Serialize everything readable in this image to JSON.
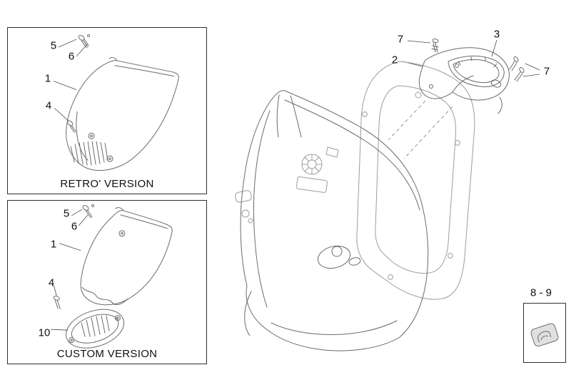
{
  "diagram": {
    "retro_panel": {
      "label": "RETRO' VERSION",
      "callouts": {
        "c5": "5",
        "c6": "6",
        "c1": "1",
        "c4": "4"
      }
    },
    "custom_panel": {
      "label": "CUSTOM VERSION",
      "callouts": {
        "c5": "5",
        "c6": "6",
        "c1": "1",
        "c4": "4",
        "c10": "10"
      }
    },
    "main_view": {
      "callouts": {
        "c7_top": "7",
        "c2": "2",
        "c3": "3",
        "c7_right": "7"
      }
    },
    "fastener_box": {
      "label": "8 - 9"
    }
  }
}
